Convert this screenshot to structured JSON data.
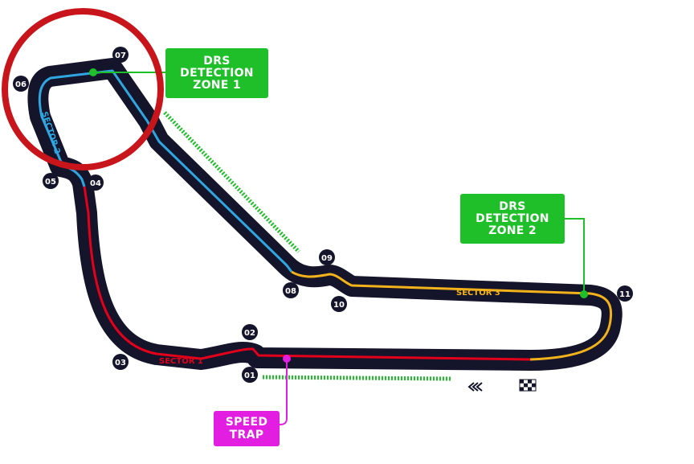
{
  "labels": {
    "drs1": [
      "DRS",
      "DETECTION",
      "ZONE 1"
    ],
    "drs2": [
      "DRS",
      "DETECTION",
      "ZONE 2"
    ],
    "speed_trap": [
      "SPEED",
      "TRAP"
    ]
  },
  "sectors": {
    "s1": "SECTOR 1",
    "s2": "SECTOR 2",
    "s3": "SECTOR 3"
  },
  "turns": [
    "01",
    "02",
    "03",
    "04",
    "05",
    "06",
    "07",
    "08",
    "09",
    "10",
    "11"
  ],
  "colors": {
    "track": "#14142a",
    "sector1": "#e3001b",
    "sector2": "#2fa6e0",
    "sector3": "#f2b21b",
    "drs": "#1fbf2a",
    "speed_trap": "#e21ee0",
    "highlight_circle": "#c8151b"
  },
  "icons": [
    "direction-chevrons-icon",
    "chequered-flag-icon"
  ]
}
